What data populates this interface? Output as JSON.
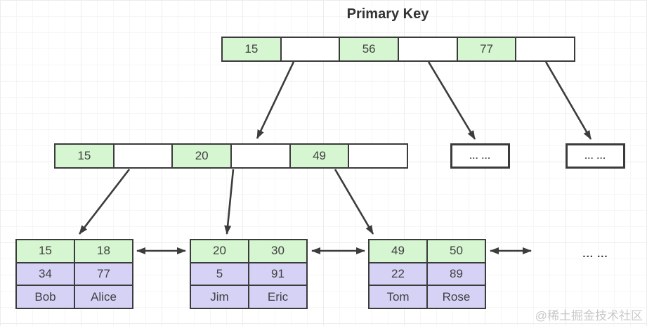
{
  "title": "Primary Key",
  "watermark": "@稀土掘金技术社区",
  "trailing_dots": "... ...",
  "colors": {
    "key_green": "#d5f6d0",
    "val_purple": "#d6d2f6",
    "border": "#3b3b3b",
    "arrow": "#3c3c3c",
    "text": "#404040",
    "watermark": "#c9c9c9"
  },
  "tree": {
    "root": {
      "cells": [
        "15",
        "",
        "56",
        "",
        "77",
        ""
      ]
    },
    "internal": {
      "cells": [
        "15",
        "",
        "20",
        "",
        "49",
        ""
      ]
    },
    "more_nodes": [
      {
        "label": "... ..."
      },
      {
        "label": "... ..."
      }
    ],
    "leaves": [
      {
        "rows": [
          [
            "15",
            "18"
          ],
          [
            "34",
            "77"
          ],
          [
            "Bob",
            "Alice"
          ]
        ]
      },
      {
        "rows": [
          [
            "20",
            "30"
          ],
          [
            "5",
            "91"
          ],
          [
            "Jim",
            "Eric"
          ]
        ]
      },
      {
        "rows": [
          [
            "49",
            "50"
          ],
          [
            "22",
            "89"
          ],
          [
            "Tom",
            "Rose"
          ]
        ]
      }
    ]
  }
}
